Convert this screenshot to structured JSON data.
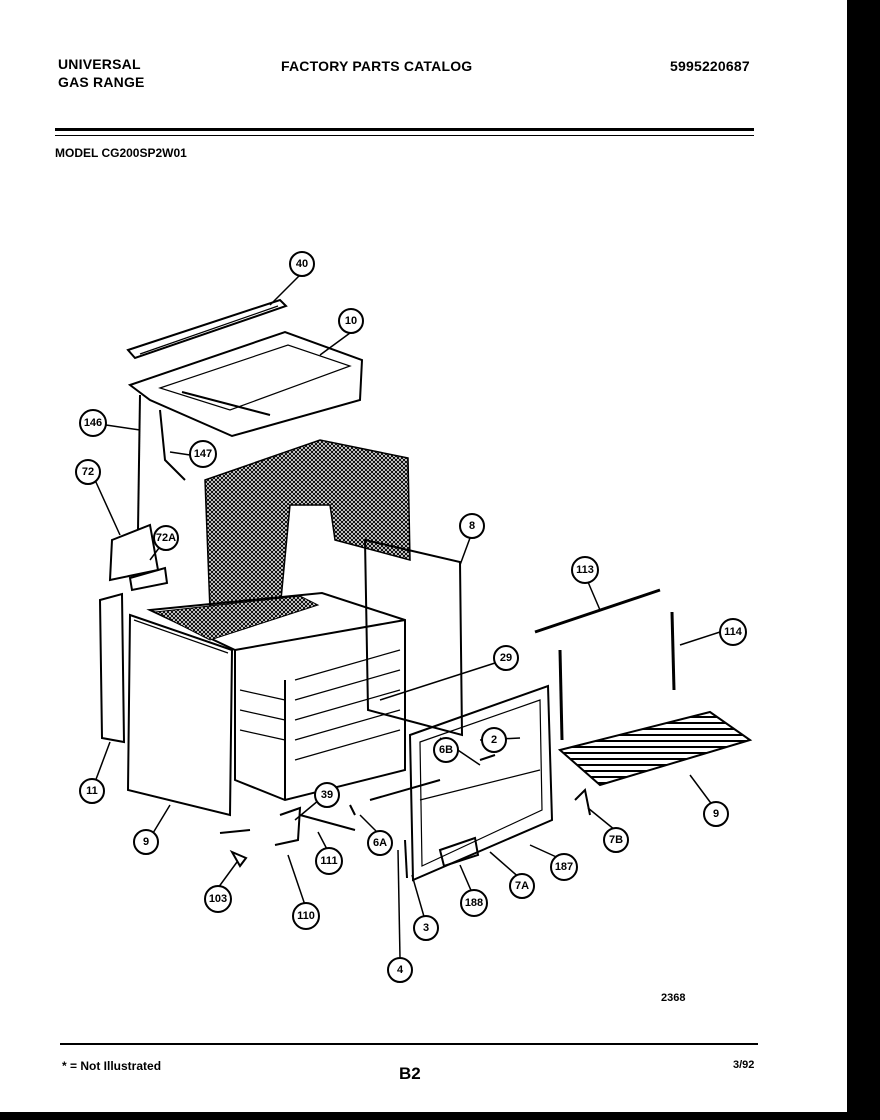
{
  "header": {
    "brand_line1": "UNIVERSAL",
    "brand_line2": "GAS RANGE",
    "catalog_title": "FACTORY PARTS CATALOG",
    "part_number": "5995220687"
  },
  "model_label": "MODEL CG200SP2W01",
  "diagram": {
    "drawing_number": "2368",
    "callouts": [
      "40",
      "10",
      "146",
      "147",
      "72",
      "72A",
      "8",
      "113",
      "114",
      "29",
      "2",
      "6B",
      "11",
      "9",
      "39",
      "6A",
      "7B",
      "9",
      "111",
      "103",
      "110",
      "187",
      "7A",
      "188",
      "3",
      "4"
    ]
  },
  "footer": {
    "note": "* = Not Illustrated",
    "page": "B2",
    "date": "3/92"
  }
}
